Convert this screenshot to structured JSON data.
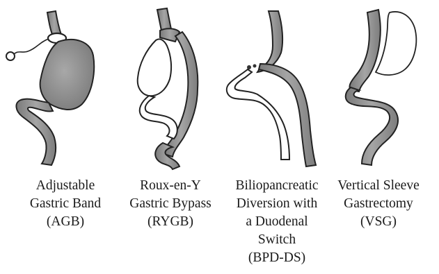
{
  "procedures": [
    {
      "id": "agb",
      "lines": [
        "Adjustable",
        "Gastric Band",
        "(AGB)"
      ]
    },
    {
      "id": "rygb",
      "lines": [
        "Roux-en-Y",
        "Gastric Bypass",
        "(RYGB)"
      ]
    },
    {
      "id": "bpd-ds",
      "lines": [
        "Biliopancreatic",
        "Diversion with",
        "a Duodenal",
        "Switch",
        "(BPD-DS)"
      ]
    },
    {
      "id": "vsg",
      "lines": [
        "Vertical Sleeve",
        "Gastrectomy",
        "(VSG)"
      ]
    }
  ],
  "colors": {
    "shading": "#8f8f8f",
    "shading_dark": "#6e6e6e",
    "outline": "#222222",
    "text": "#1a1a1a"
  }
}
